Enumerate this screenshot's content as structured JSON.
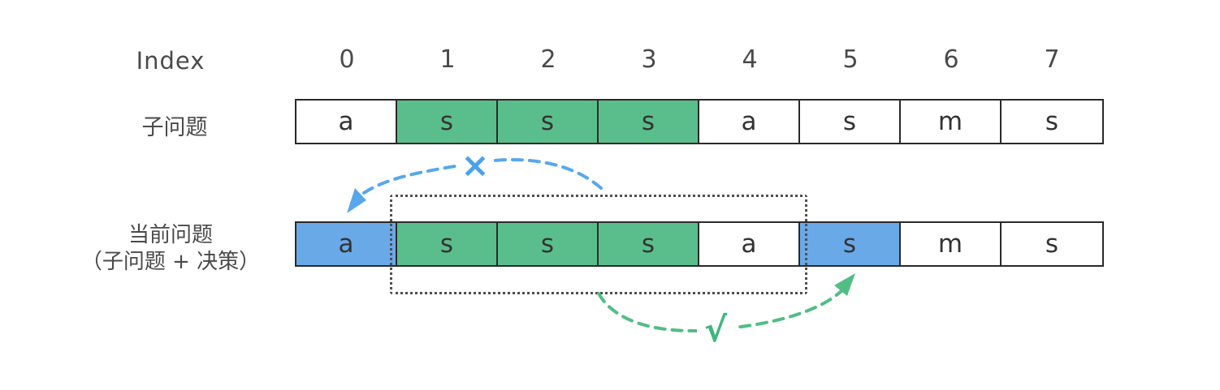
{
  "colors": {
    "green": "#5abe8c",
    "blue": "#6aa9e8",
    "white": "#ffffff",
    "cell_border": "#2a2a2a",
    "arrow_blue": "#58a7ec",
    "arrow_green": "#52bd85",
    "dashed_box": "#4f4f4f",
    "reject_mark_color": "#49a2ec",
    "accept_mark_color": "#3db77c"
  },
  "index_row": {
    "label": "Index",
    "values": [
      "0",
      "1",
      "2",
      "3",
      "4",
      "5",
      "6",
      "7"
    ]
  },
  "subproblem_row": {
    "label": "子问题",
    "cells": [
      {
        "value": "a",
        "color": "#ffffff"
      },
      {
        "value": "s",
        "color": "#5abe8c"
      },
      {
        "value": "s",
        "color": "#5abe8c"
      },
      {
        "value": "s",
        "color": "#5abe8c"
      },
      {
        "value": "a",
        "color": "#ffffff"
      },
      {
        "value": "s",
        "color": "#ffffff"
      },
      {
        "value": "m",
        "color": "#ffffff"
      },
      {
        "value": "s",
        "color": "#ffffff"
      }
    ]
  },
  "current_row": {
    "label_line1": "当前问题",
    "label_line2": "（子问题 + 决策）",
    "cells": [
      {
        "value": "a",
        "color": "#6aa9e8"
      },
      {
        "value": "s",
        "color": "#5abe8c"
      },
      {
        "value": "s",
        "color": "#5abe8c"
      },
      {
        "value": "s",
        "color": "#5abe8c"
      },
      {
        "value": "a",
        "color": "#ffffff"
      },
      {
        "value": "s",
        "color": "#6aa9e8"
      },
      {
        "value": "m",
        "color": "#ffffff"
      },
      {
        "value": "s",
        "color": "#ffffff"
      }
    ]
  },
  "annotations": {
    "reject_mark": "×",
    "accept_mark": "√"
  }
}
